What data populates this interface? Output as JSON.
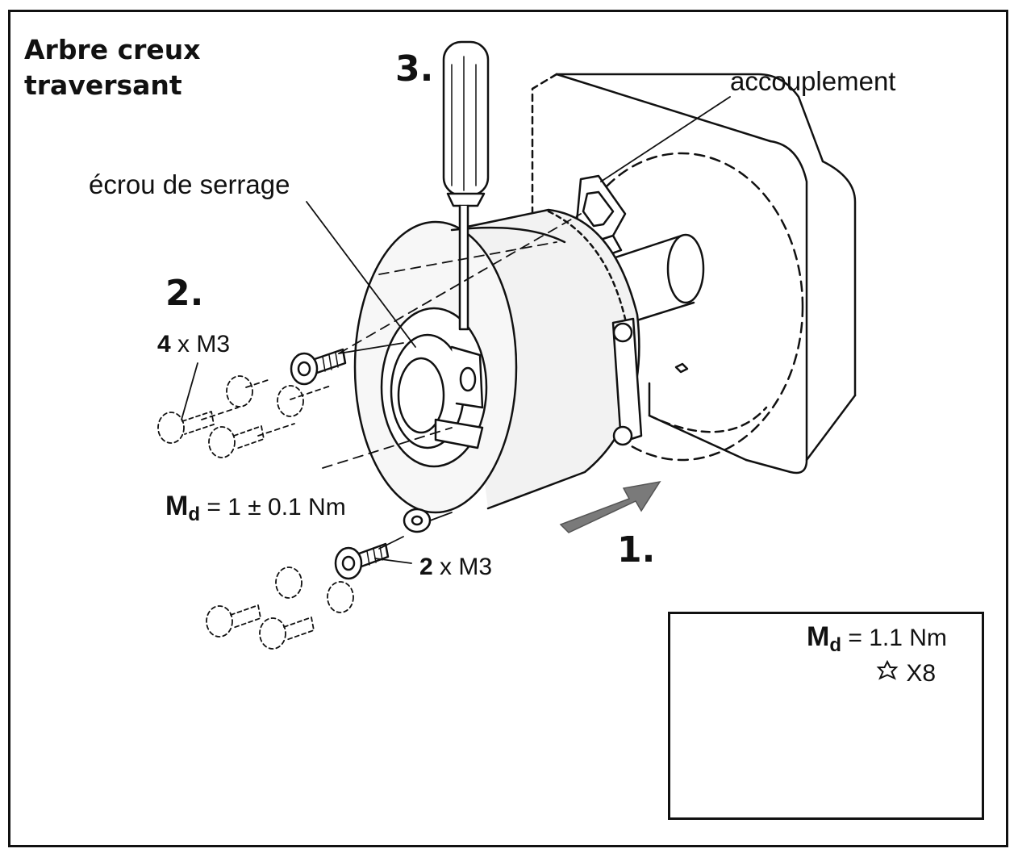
{
  "title": "Arbre creux traversant",
  "steps": {
    "step1": "1.",
    "step2": "2.",
    "step3": "3."
  },
  "callouts": {
    "coupling": "accouplement",
    "clamp_nut": "écrou de serrage"
  },
  "screws_top": {
    "count": "4",
    "size": "x M3"
  },
  "screws_bottom": {
    "count": "2",
    "size": "x M3"
  },
  "torque_main": {
    "symbol": "M",
    "subscript": "d",
    "value": "= 1 ± 0.1 Nm"
  },
  "inset": {
    "torque_symbol": "M",
    "torque_subscript": "d",
    "torque_value": "= 1.1 Nm",
    "tool_icon": "torx-star-icon",
    "tool_size": "X8"
  },
  "colors": {
    "line": "#111111",
    "arrow_fill": "#7a7a7a",
    "body_fill": "#f2f2f2"
  }
}
